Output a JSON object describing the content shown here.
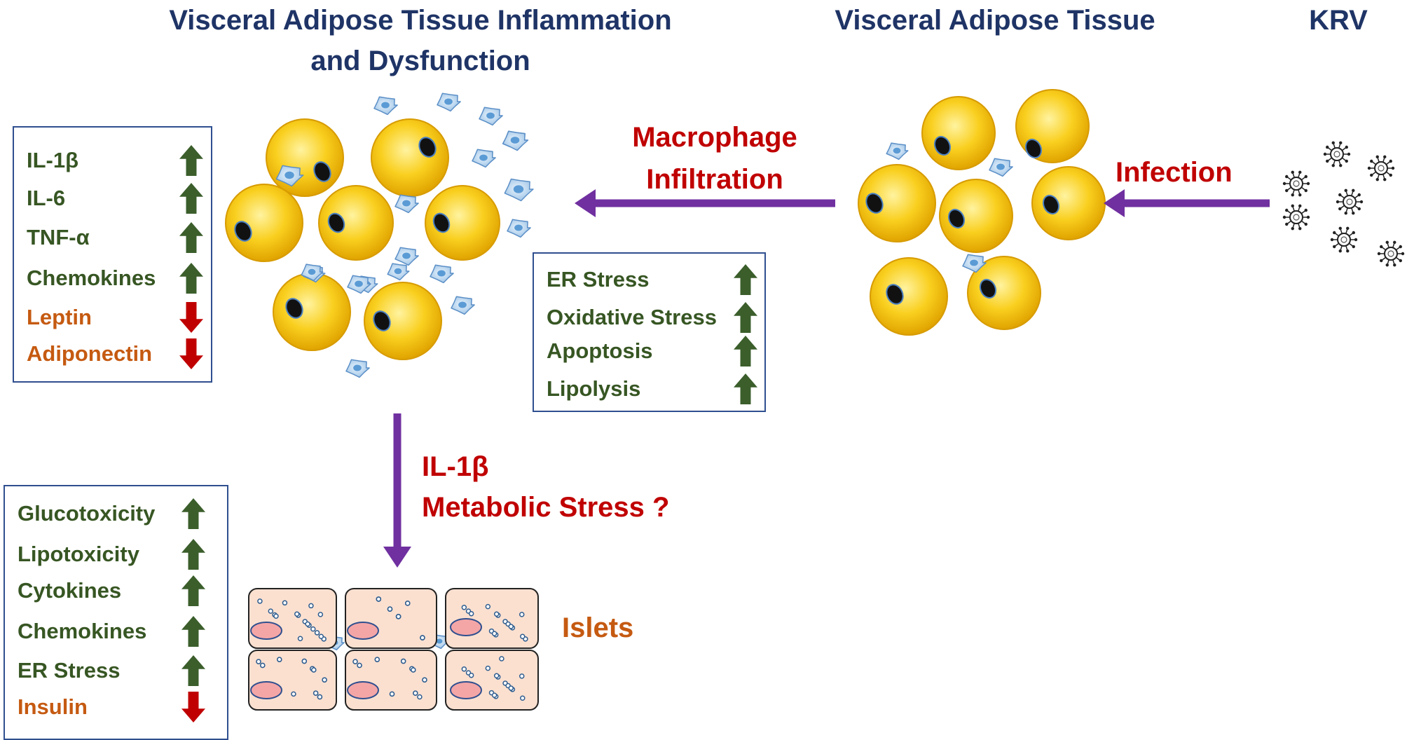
{
  "headers": {
    "inflamed": "Visceral Adipose Tissue Inflammation\nand Dysfunction",
    "vat": "Visceral Adipose Tissue",
    "krv": "KRV"
  },
  "labels": {
    "macrophage": "Macrophage\nInfiltration",
    "infection": "Infection",
    "il1b": "IL-1β",
    "metabolic": "Metabolic Stress ?",
    "islets": "Islets"
  },
  "box_left": [
    {
      "text": "IL-1β",
      "dir": "up",
      "tone": "green"
    },
    {
      "text": "IL-6",
      "dir": "up",
      "tone": "green"
    },
    {
      "text": "TNF-α",
      "dir": "up",
      "tone": "green"
    },
    {
      "text": "Chemokines",
      "dir": "up",
      "tone": "green"
    },
    {
      "text": "Leptin",
      "dir": "down",
      "tone": "orange"
    },
    {
      "text": "Adiponectin",
      "dir": "down",
      "tone": "orange"
    }
  ],
  "box_middle": [
    {
      "text": "ER Stress",
      "dir": "up",
      "tone": "green"
    },
    {
      "text": "Oxidative Stress",
      "dir": "up",
      "tone": "green"
    },
    {
      "text": "Apoptosis",
      "dir": "up",
      "tone": "green"
    },
    {
      "text": "Lipolysis",
      "dir": "up",
      "tone": "green"
    }
  ],
  "box_bottom": [
    {
      "text": "Glucotoxicity",
      "dir": "up",
      "tone": "green"
    },
    {
      "text": "Lipotoxicity",
      "dir": "up",
      "tone": "green"
    },
    {
      "text": "Cytokines",
      "dir": "up",
      "tone": "green"
    },
    {
      "text": "Chemokines",
      "dir": "up",
      "tone": "green"
    },
    {
      "text": "ER Stress",
      "dir": "up",
      "tone": "green"
    },
    {
      "text": "Insulin",
      "dir": "down",
      "tone": "orange"
    }
  ],
  "colors": {
    "header": "#1f3466",
    "red_label": "#c00000",
    "orange_label": "#c55a11",
    "green_text": "#375623",
    "arrow_up": "#3b5e2b",
    "arrow_down": "#c00000",
    "flow_arrow": "#7030a0",
    "adipocyte": "#f5c518",
    "macrophage": "#9dc3e6",
    "islet_cell": "#fbe5d6"
  }
}
